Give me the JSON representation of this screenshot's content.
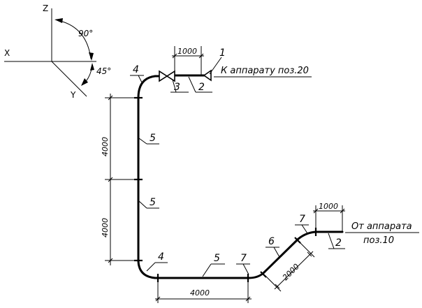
{
  "axes": {
    "x": "X",
    "y": "Y",
    "z": "Z",
    "angle_zx": "90°",
    "angle_xy": "45°"
  },
  "dimensions": {
    "top_length": "1000",
    "vertical_upper": "4000",
    "vertical_lower": "4000",
    "horizontal_bottom": "4000",
    "diagonal": "2000",
    "right_length": "1000"
  },
  "positions": {
    "p1": "1",
    "p2_top": "2",
    "p3": "3",
    "p4_top": "4",
    "p5_upper": "5",
    "p5_lower": "5",
    "p4_bottom": "4",
    "p5_bottom": "5",
    "p7_left": "7",
    "p6": "6",
    "p7_right": "7",
    "p2_right": "2"
  },
  "captions": {
    "to_apparatus": "К аппарату поз.20",
    "from_apparatus_line1": "От аппарата",
    "from_apparatus_line2": "поз.10"
  }
}
